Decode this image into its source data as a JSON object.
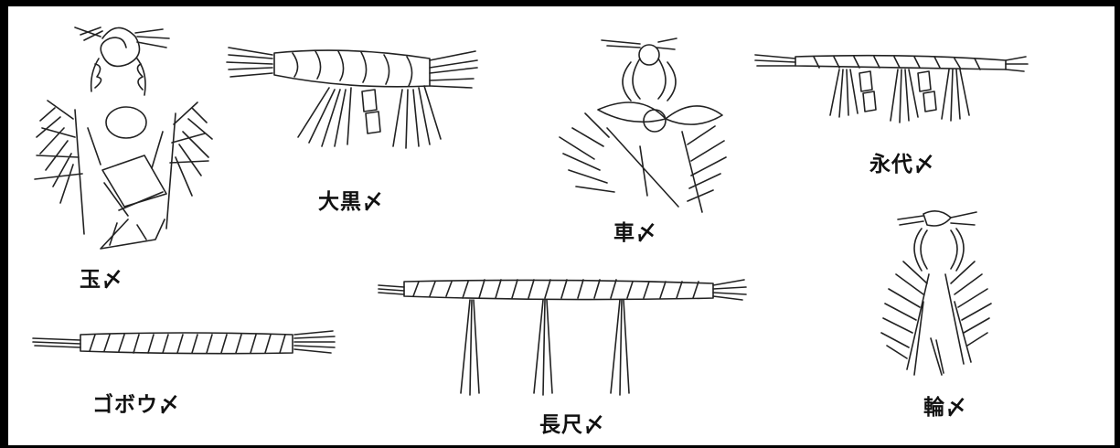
{
  "labels": {
    "tama": "玉〆",
    "daikoku": "大黒〆",
    "kuruma": "車〆",
    "eitai": "永代〆",
    "gobou": "ゴボウ〆",
    "nagajaku": "長尺〆",
    "wa": "輪〆"
  }
}
